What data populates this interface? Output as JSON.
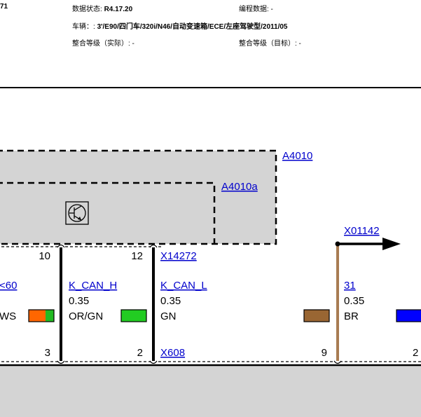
{
  "header": {
    "page_fragment": "71",
    "data_status_label": "数据状态:",
    "data_status_value": "R4.17.20",
    "programming_data_label": "编程数据: -",
    "vehicle_label": "车辆：:",
    "vehicle_value": "3'/E90/四门车/320i/N46/自动变速箱/ECE/左座驾驶型/2011/05",
    "integration_actual": "整合等级（实际）: -",
    "integration_target": "整合等级（目标）: -"
  },
  "diagram": {
    "components": {
      "outer": "A4010",
      "inner": "A4010a",
      "connector_top": "X14272",
      "connector_bottom": "X608",
      "connector_right": "X01142"
    },
    "wires": [
      {
        "pin_top": "10",
        "pin_bottom": "3",
        "signal": "K_CAN_H",
        "gauge": "0.35",
        "color_code": "OR/GN",
        "swatch": [
          "#ff6600",
          "#22bb22"
        ]
      },
      {
        "pin_top": "12",
        "pin_bottom": "2",
        "signal": "K_CAN_L",
        "gauge": "0.35",
        "color_code": "GN",
        "swatch": [
          "#22cc22"
        ]
      },
      {
        "pin_bottom": "9",
        "signal": "31",
        "gauge": "0.35",
        "color_code": "BR",
        "swatch": [
          "#996633"
        ]
      }
    ],
    "left_partial": {
      "signal": "<60",
      "color_code": "WS"
    },
    "right_partial": {
      "pin_bottom": "2"
    },
    "colors": {
      "wire": "#000000",
      "ground_wire": "#a87c52",
      "box_fill": "#d4d4d4",
      "link": "#0000cc",
      "swatch_blue": "#0000ff"
    },
    "icons": {
      "module_symbol": "transistor-icon",
      "arrow": "arrow-right-icon"
    }
  }
}
